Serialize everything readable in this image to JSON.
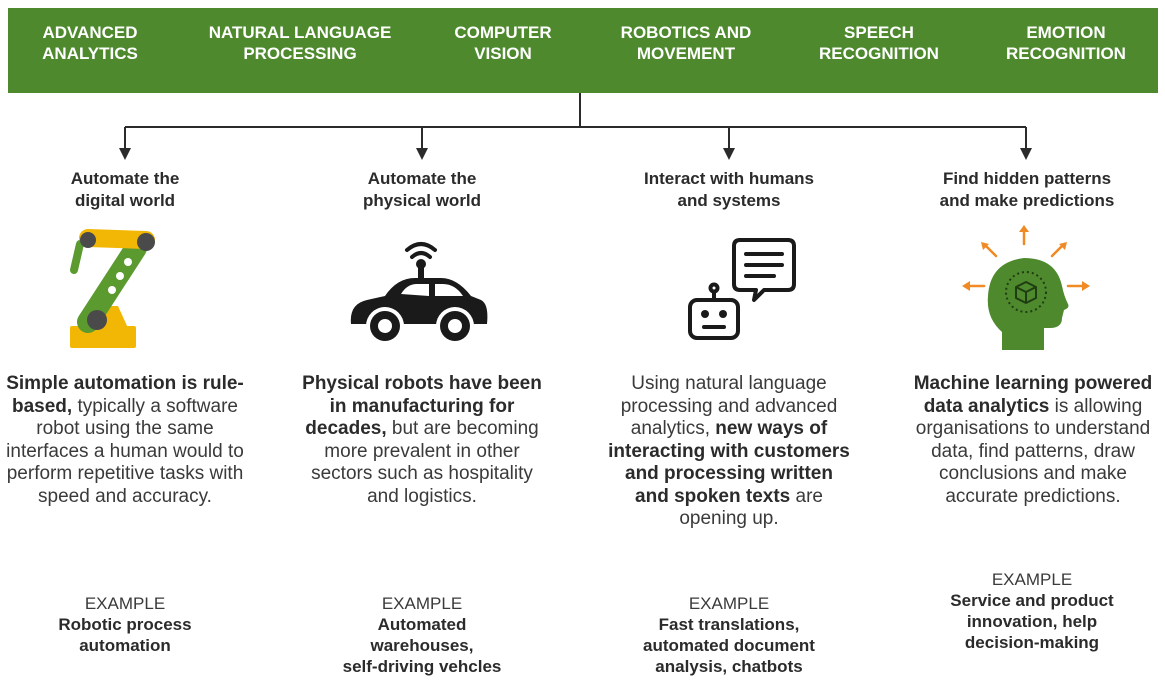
{
  "capabilities": [
    {
      "line1": "Advanced",
      "line2": "Analytics"
    },
    {
      "line1": "Natural Language",
      "line2": "Processing"
    },
    {
      "line1": "Computer",
      "line2": "Vision"
    },
    {
      "line1": "Robotics and",
      "line2": "Movement"
    },
    {
      "line1": "Speech",
      "line2": "Recognition"
    },
    {
      "line1": "Emotion",
      "line2": "Recognition"
    }
  ],
  "columns": [
    {
      "heading1": "Automate the",
      "heading2": "digital world",
      "icon": "robotic-arm-icon",
      "desc_bold": "Simple automation is rule-based,",
      "desc_rest": " typically a software robot using the same interfaces a human would to perform repetitive tasks with speed and accuracy.",
      "example_label": "Example",
      "example1": "Robotic process",
      "example2": "automation"
    },
    {
      "heading1": "Automate the",
      "heading2": "physical world",
      "icon": "self-driving-car-icon",
      "desc_bold": "Physical robots have been in manufacturing for decades,",
      "desc_rest": " but are becoming more prevalent in other sectors such as hospitality and logistics.",
      "example_label": "Example",
      "example1": "Automated",
      "example2": "warehouses,",
      "example3": "self-driving vehcles"
    },
    {
      "heading1": "Interact with humans",
      "heading2": "and systems",
      "icon": "chatbot-icon",
      "desc_pre": "Using natural language processing and advanced analytics, ",
      "desc_bold": "new ways of interacting with customers and processing written and spoken texts",
      "desc_post": " are opening up.",
      "example_label": "Example",
      "example1": "Fast translations,",
      "example2": "automated document",
      "example3": "analysis, chatbots"
    },
    {
      "heading1": "Find hidden patterns",
      "heading2": "and make predictions",
      "icon": "head-insight-icon",
      "desc_bold": "Machine learning powered data analytics",
      "desc_rest": " is allowing organisations to understand data, find patterns, draw conclusions and make accurate predictions.",
      "example_label": "Example",
      "example1": "Service and product",
      "example2": "innovation, help",
      "example3": "decision-making"
    }
  ],
  "colors": {
    "bar_green": "#4e8a2d",
    "arm_yellow": "#f2b705",
    "arm_green": "#5b9a2f",
    "arrow_orange": "#f08a24",
    "dark": "#2b2b2b"
  }
}
